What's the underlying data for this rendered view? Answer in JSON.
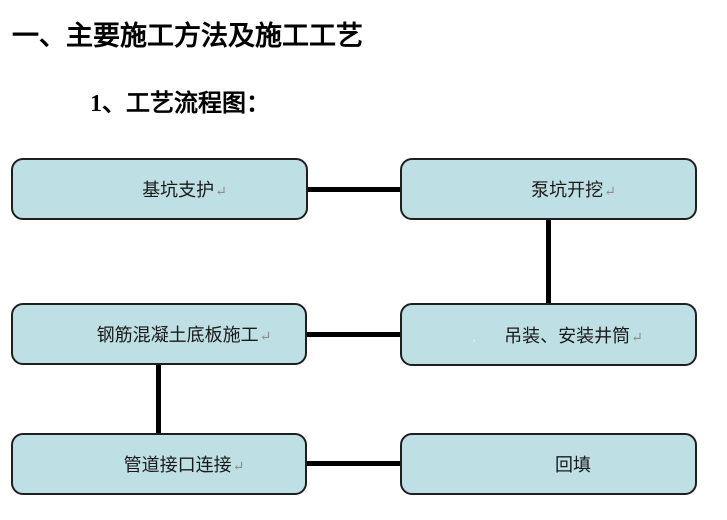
{
  "document": {
    "heading": "一、主要施工方法及施工工艺",
    "subheading": "1、工艺流程图："
  },
  "colors": {
    "background": "#ffffff",
    "heading_text": "#000000",
    "box_fill": "#bedfe3",
    "box_border": "#1f1f1f",
    "box_text": "#1a1a1a",
    "connector": "#000000",
    "return_mark": "#8c8c8c"
  },
  "flowchart": {
    "stray_mark": "’",
    "boxes": [
      {
        "id": "foundation-pit-support",
        "label": "基坑支护",
        "mark": "↵"
      },
      {
        "id": "pump-pit-excavation",
        "label": "泵坑开挖",
        "mark": "↵"
      },
      {
        "id": "rc-bottom-slab",
        "label": "钢筋混凝土底板施工",
        "mark": "↵"
      },
      {
        "id": "shaft-hoist-install",
        "label": "吊装、安装井筒",
        "mark": "↵"
      },
      {
        "id": "pipe-joint-connection",
        "label": "管道接口连接",
        "mark": "↵"
      },
      {
        "id": "backfill",
        "label": "回填",
        "mark": ""
      }
    ],
    "connections": [
      {
        "from": "基坑支护",
        "to": "泵坑开挖",
        "orientation": "horizontal"
      },
      {
        "from": "泵坑开挖",
        "to": "吊装、安装井筒",
        "orientation": "vertical"
      },
      {
        "from": "钢筋混凝土底板施工",
        "to": "吊装、安装井筒",
        "orientation": "horizontal"
      },
      {
        "from": "钢筋混凝土底板施工",
        "to": "管道接口连接",
        "orientation": "vertical"
      },
      {
        "from": "管道接口连接",
        "to": "回填",
        "orientation": "horizontal"
      }
    ]
  }
}
